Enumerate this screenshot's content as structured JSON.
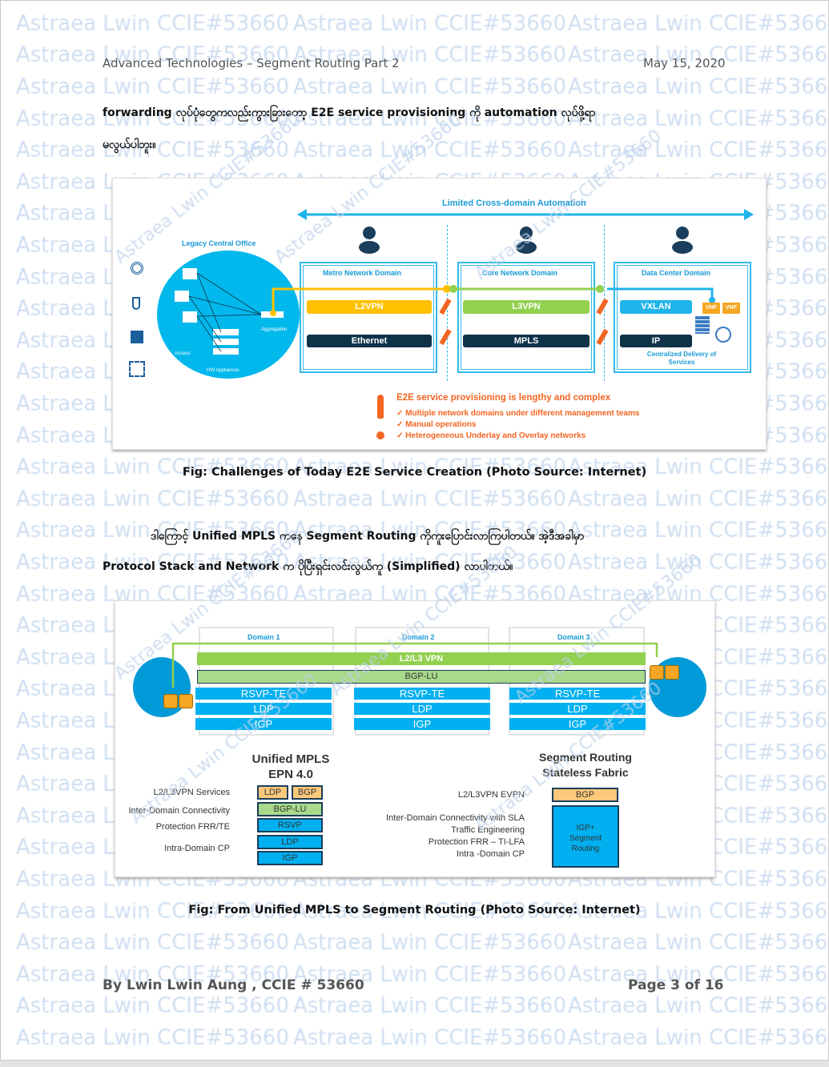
{
  "watermark": "Astraea Lwin CCIE#53660",
  "header": {
    "title": "Advanced Technologies – Segment Routing Part 2",
    "date": "May 15, 2020"
  },
  "paragraph1": {
    "line1": "forwarding  လုပ်ပုံတွေကလည်းကွားခြားတော့  E2E  service  provisioning  ကို  automation  လုပ်ဖို့ရာ",
    "line2": "မလွယ်ပါဘူး။"
  },
  "figure1": {
    "automation_label": "Limited Cross-domain Automation",
    "legacy_label": "Legacy Central Office",
    "aggregation": "Aggregation",
    "access": "Access",
    "hw_appliances": "HW Appliances",
    "domains": [
      {
        "title": "Metro Network Domain",
        "overlay": "L2VPN",
        "underlay": "Ethernet"
      },
      {
        "title": "Core Network Domain",
        "overlay": "L3VPN",
        "underlay": "MPLS"
      },
      {
        "title": "Data Center Domain",
        "overlay": "VXLAN",
        "underlay": "IP",
        "note": "Centralized Delivery of Services",
        "vnf": "VNF"
      }
    ],
    "problem_title": "E2E service provisioning is lengthy and complex",
    "problems": [
      "Multiple network domains under different management teams",
      "Manual operations",
      "Heterogeneous Underlay and Overlay networks"
    ],
    "colors": {
      "overlay_metro": "#ffc000",
      "overlay_core": "#92d050",
      "overlay_dc": "#1fb4ea",
      "underlay": "#0e3349",
      "accent": "#00b0f0",
      "warning": "#f26522"
    }
  },
  "caption1": "Fig: Challenges of Today E2E Service Creation (Photo Source: Internet)",
  "paragraph2": {
    "line1": "ဒါကြောင့်  Unified  MPLS  ကနေ  Segment  Routing  ကိုကူးပြောင်းလာကြပါတယ်။  အဲ့ဒီအခါမှာ",
    "line2": "Protocol Stack and Network က ပိုပြီးရှင်းလင်းလွယ်ကူ (Simplified) လာပါတယ်။"
  },
  "figure2": {
    "domains": [
      "Domain 1",
      "Domain 2",
      "Domain 3"
    ],
    "vpn_bar": "L2/L3 VPN",
    "bgplu_bar": "BGP-LU",
    "layers": [
      "RSVP-TE",
      "LDP",
      "IGP"
    ],
    "unified": {
      "title1": "Unified MPLS",
      "title2": "EPN 4.0",
      "labels": [
        "L2/L3VPN Services",
        "Inter-Domain Connectivity",
        "Protection FRR/TE",
        "Intra-Domain CP"
      ],
      "stack": [
        "LDP",
        "BGP",
        "BGP-LU",
        "RSVP",
        "LDP",
        "IGP"
      ]
    },
    "sr": {
      "title1": "Segment Routing",
      "title2": "Stateless Fabric",
      "evpn_label": "L2/L3VPN EVPN",
      "bgp": "BGP",
      "labels": [
        "Inter-Domain Connectivity with SLA",
        "Traffic Engineering",
        "Protection FRR – TI-LFA",
        "Intra -Domain CP"
      ],
      "igp_sr": "IGP+ Segment Routing"
    }
  },
  "caption2": "Fig: From Unified MPLS to Segment Routing (Photo Source: Internet)",
  "footer": {
    "author": "By Lwin Lwin Aung , CCIE # 53660",
    "page": "Page 3 of 16"
  }
}
